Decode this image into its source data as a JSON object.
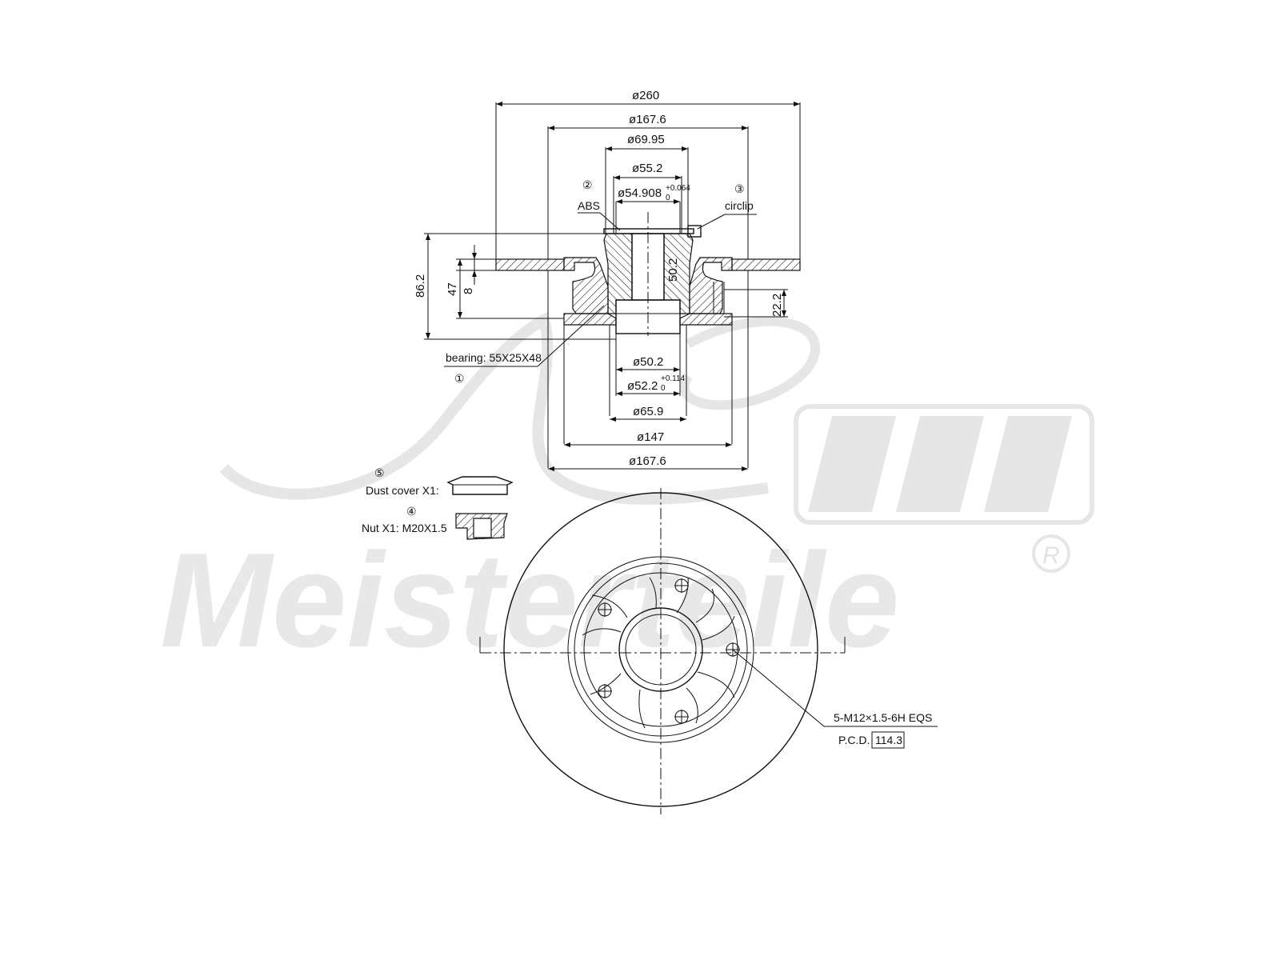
{
  "dimensions": {
    "d260": "ø260",
    "d167_6_top": "ø167.6",
    "d69_95": "ø69.95",
    "d55_2": "ø55.2",
    "d54_908": "ø54.908",
    "d54_908_upper": "+0.064",
    "d54_908_lower": "0",
    "d50_2": "ø50.2",
    "d52_2": "ø52.2",
    "d52_2_upper": "+0.114",
    "d52_2_lower": "0",
    "d65_9": "ø65.9",
    "d147": "ø147",
    "d167_6_bottom": "ø167.6",
    "h86_2": "86.2",
    "h47": "47",
    "h8": "8",
    "h50_2": "50.2",
    "h22_2": "22.2"
  },
  "callouts": {
    "c1_num": "①",
    "c1_text": "bearing: 55X25X48",
    "c2_num": "②",
    "c2_text": "ABS",
    "c3_num": "③",
    "c3_text": "circlip",
    "c4_num": "④",
    "c4_text": "Nut X1: M20X1.5",
    "c5_num": "⑤",
    "c5_text": "Dust cover X1:"
  },
  "bolts": {
    "thread_spec": "5-M12×1.5-6H EQS",
    "pcd_label": "P.C.D.",
    "pcd_value": "114.3"
  },
  "watermark": {
    "text": "Meisterteile",
    "registered": "R"
  }
}
